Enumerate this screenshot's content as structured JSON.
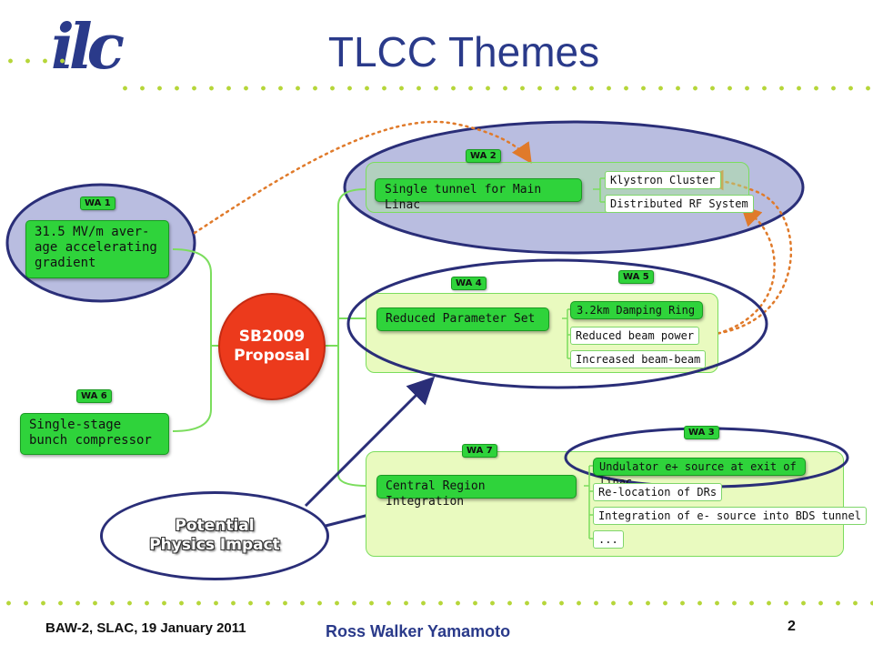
{
  "slide": {
    "logo": "ilc",
    "title": "TLCC Themes",
    "footer_left": "BAW-2, SLAC, 19 January 2011",
    "footer_center": "Ross Walker Yamamoto",
    "footer_right": "2"
  },
  "mindmap": {
    "center": {
      "line1": "SB2009",
      "line2": "Proposal"
    },
    "wa1": {
      "tag": "WA 1",
      "line1": "31.5 MV/m aver-",
      "line2": "age accelerating",
      "line3": "gradient"
    },
    "wa6": {
      "tag": "WA 6",
      "line1": "Single-stage",
      "line2": "bunch compressor"
    },
    "wa2": {
      "tag": "WA 2",
      "label": "Single tunnel for Main Linac",
      "children": [
        "Klystron Cluster",
        "Distributed RF System"
      ]
    },
    "wa4": {
      "tag": "WA 4",
      "label": "Reduced Parameter Set",
      "children": [
        "3.2km Damping Ring",
        "Reduced beam power",
        "Increased beam-beam"
      ]
    },
    "wa5": {
      "tag": "WA 5"
    },
    "wa7": {
      "tag": "WA 7",
      "label": "Central Region Integration",
      "children": [
        "Undulator e+ source at exit of linac",
        "Re-location of DRs",
        "Integration of e- source into BDS tunnel",
        "..."
      ]
    },
    "wa3": {
      "tag": "WA 3"
    },
    "callout": {
      "line1": "Potential",
      "line2": "Physics Impact"
    }
  },
  "colors": {
    "theme_blue": "#2a3a8a",
    "node_green": "#2fd33b",
    "center_red": "#ec3a1c",
    "highlight_oval": "#b9bde0",
    "arrow_orange": "#e07a2a"
  }
}
